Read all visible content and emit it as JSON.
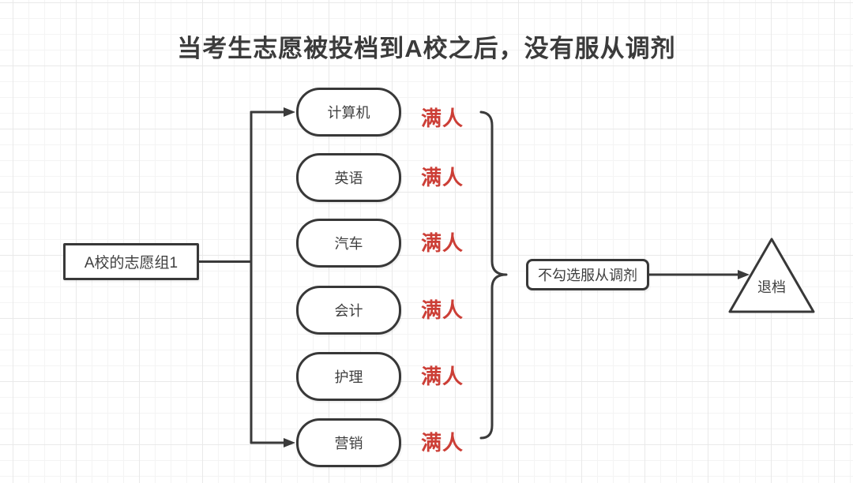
{
  "title": "当考生志愿被投档到A校之后，没有服从调剂",
  "source": {
    "label": "A校的志愿组1"
  },
  "majors": [
    {
      "label": "计算机",
      "status": "满人"
    },
    {
      "label": "英语",
      "status": "满人"
    },
    {
      "label": "汽车",
      "status": "满人"
    },
    {
      "label": "会计",
      "status": "满人"
    },
    {
      "label": "护理",
      "status": "满人"
    },
    {
      "label": "营销",
      "status": "满人"
    }
  ],
  "decision": {
    "label": "不勾选服从调剂"
  },
  "outcome": {
    "label": "退档"
  },
  "colors": {
    "line": "#3a3a3a",
    "node_text": "#3f3f3f",
    "status_red": "#cc3e36",
    "background": "#ffffff"
  }
}
